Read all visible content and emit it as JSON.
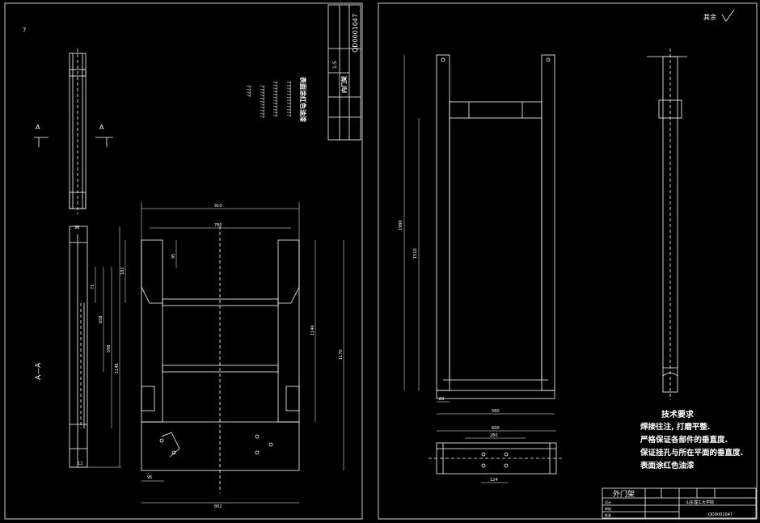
{
  "left_sheet": {
    "title_block": {
      "code": "QD0001047",
      "ratio": "1:5",
      "part": "内门架"
    },
    "section_marks": {
      "a_left": "A",
      "a_right": "A",
      "section_label": "A—A"
    },
    "notes": [
      "????",
      "???????????",
      "????????????",
      "????????????",
      "表面涂红色油漆"
    ],
    "corner_mark": "?",
    "dims": {
      "top_width": "910",
      "inner_width": "780",
      "h_top": "95",
      "h_shoulder": "182",
      "h_total": "1146",
      "h_inner": "1170",
      "w_bottom": "802",
      "bottom_offset": "95",
      "side_96": "96",
      "side_71": "71",
      "side_658": "658",
      "side_598": "598",
      "side_1146": "1146",
      "side_12": "12"
    }
  },
  "right_sheet": {
    "corner_text": "其余",
    "tech_req": {
      "title": "技术要求",
      "items": [
        "焊接往注, 打磨平整.",
        "严格保证各部件的垂直度.",
        "保证挂孔与所在平面的垂直度.",
        "表面涂红色油漆"
      ]
    },
    "dims": {
      "height_total": "1990",
      "height_inner": "1510",
      "bottom_width": "560",
      "bottom_small": "80",
      "plan_width": "600",
      "plan_inner": "260",
      "plan_offset": "124"
    },
    "title_block": {
      "name": "外门架",
      "school": "山东理工大学院",
      "drawing_no": "QD0001047",
      "row_labels": [
        "设计",
        "审核",
        "批准"
      ]
    }
  }
}
